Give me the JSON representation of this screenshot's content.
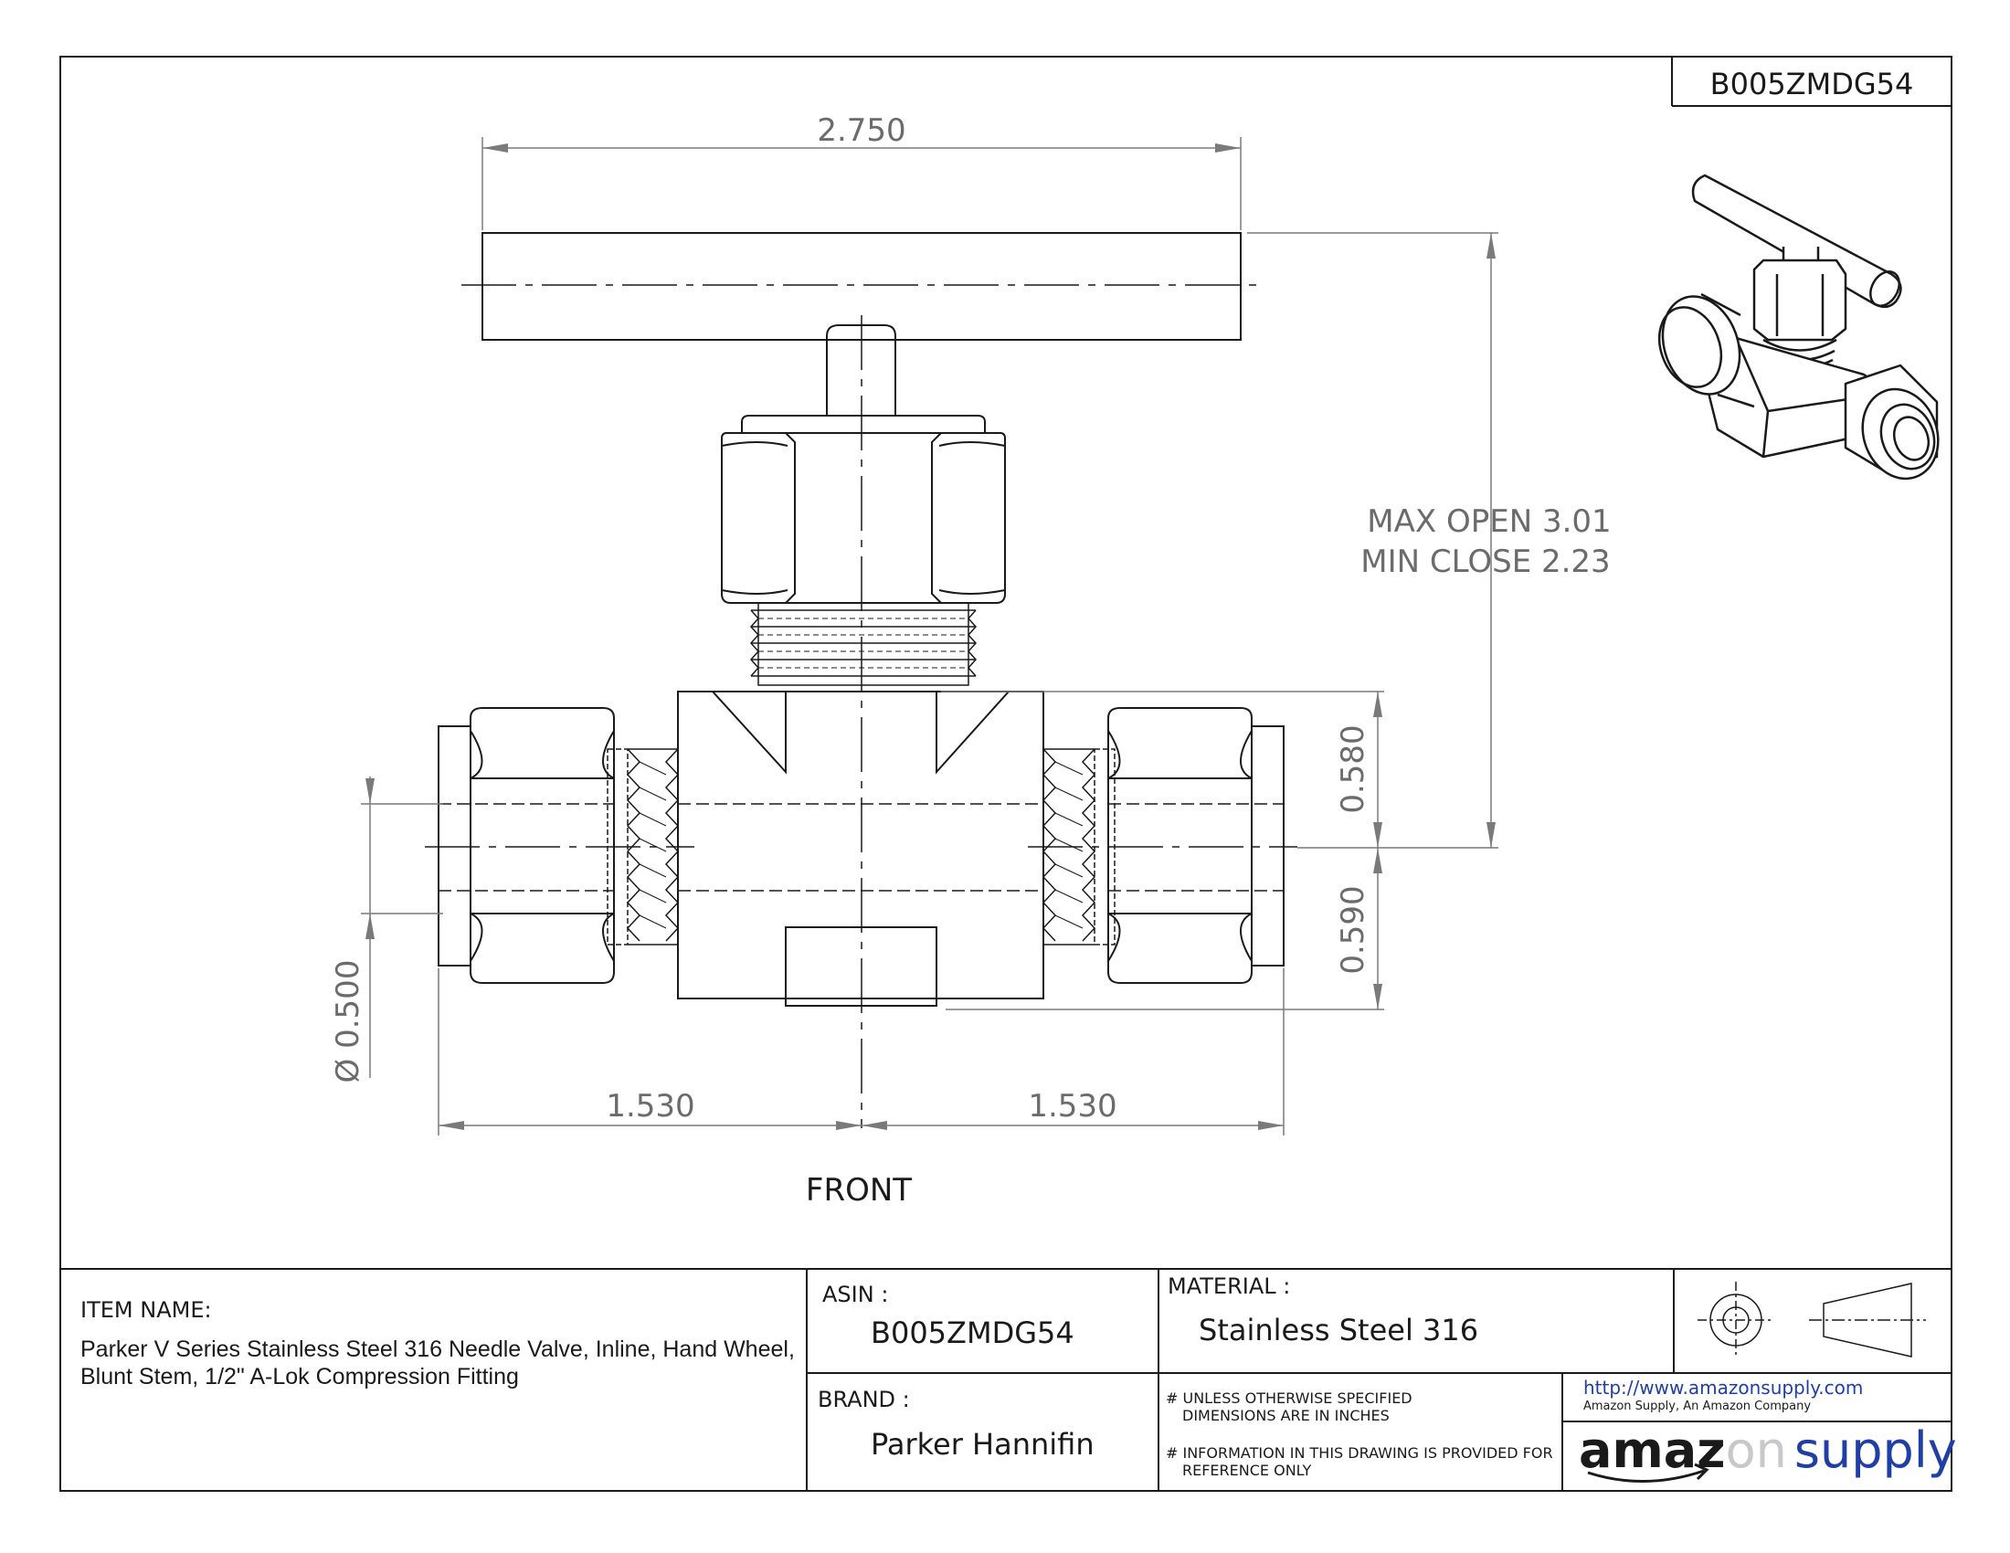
{
  "drawing": {
    "part_id": "B005ZMDG54",
    "view_label": "FRONT",
    "dimensions": {
      "handle_width": "2.750",
      "stroke": "MAX OPEN 3.01",
      "stroke_min": "MIN CLOSE 2.23",
      "upper_height": "0.580",
      "lower_height": "0.590",
      "tube_diameter": "Ø 0.500",
      "left_length": "1.530",
      "right_length": "1.530"
    }
  },
  "title_block": {
    "item_name_label": "ITEM NAME:",
    "item_name_line1": "Parker V Series Stainless Steel 316 Needle Valve, Inline, Hand Wheel,",
    "item_name_line2": "Blunt Stem, 1/2\" A-Lok Compression Fitting",
    "asin_label": "ASIN :",
    "asin_value": "B005ZMDG54",
    "material_label": "MATERIAL :",
    "material_value": "Stainless Steel 316",
    "brand_label": "BRAND :",
    "brand_value": "Parker Hannifin",
    "note1_line1": "# UNLESS OTHERWISE SPECIFIED",
    "note1_line2": "DIMENSIONS ARE IN INCHES",
    "note2_line1": "# INFORMATION IN THIS DRAWING IS PROVIDED FOR",
    "note2_line2": "REFERENCE ONLY",
    "url": "http://www.amazonsupply.com",
    "company": "Amazon Supply, An Amazon Company",
    "logo_part1": "amaz",
    "logo_part2": "on",
    "logo_part3": "supply"
  }
}
